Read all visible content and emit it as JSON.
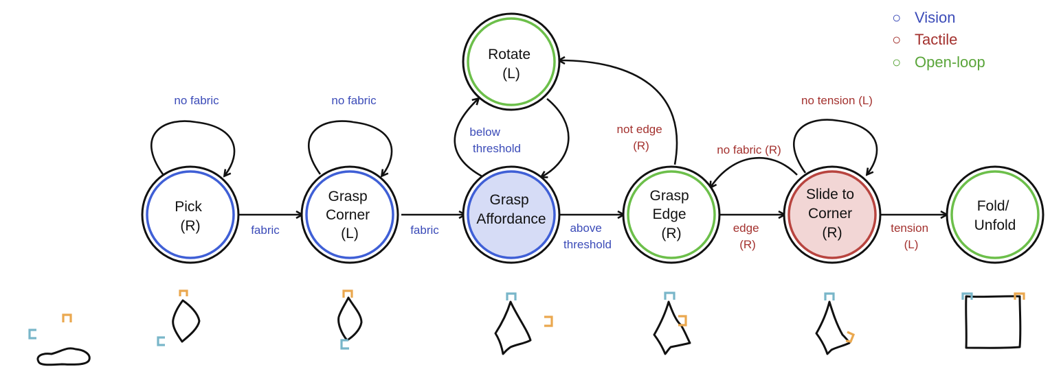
{
  "colors": {
    "vision": "#3b4bb8",
    "tactile": "#a3312e",
    "open_loop": "#5aa53a",
    "vision_ring": "#3f5fd6",
    "tactile_ring": "#b8443f",
    "open_loop_ring": "#6cbf4a",
    "affordance_fill": "#d6dcf6",
    "slide_fill": "#f2d6d5",
    "marker_blue": "#79b6c9",
    "marker_orange": "#eaa84f"
  },
  "legend": [
    {
      "label": "Vision",
      "color_key": "vision",
      "bullet": "○"
    },
    {
      "label": "Tactile",
      "color_key": "tactile",
      "bullet": "○"
    },
    {
      "label": "Open-loop",
      "color_key": "open_loop",
      "bullet": "○"
    }
  ],
  "nodes": {
    "pick": {
      "lines": [
        "Pick",
        "(R)"
      ],
      "modality": "vision"
    },
    "grasp_corner": {
      "lines": [
        "Grasp",
        "Corner",
        "(L)"
      ],
      "modality": "vision"
    },
    "grasp_affordance": {
      "lines": [
        "Grasp",
        "Affordance"
      ],
      "modality": "vision"
    },
    "rotate": {
      "lines": [
        "Rotate",
        "(L)"
      ],
      "modality": "open_loop"
    },
    "grasp_edge": {
      "lines": [
        "Grasp",
        "Edge",
        "(R)"
      ],
      "modality": "open_loop"
    },
    "slide_to_corner": {
      "lines": [
        "Slide to",
        "Corner",
        "(R)"
      ],
      "modality": "tactile"
    },
    "fold_unfold": {
      "lines": [
        "Fold/",
        "Unfold"
      ],
      "modality": "open_loop"
    }
  },
  "edges": {
    "pick_self": {
      "lines": [
        "no fabric"
      ],
      "color_key": "vision"
    },
    "pick_to_corner": {
      "lines": [
        "fabric"
      ],
      "color_key": "vision"
    },
    "corner_self": {
      "lines": [
        "no fabric"
      ],
      "color_key": "vision"
    },
    "corner_to_affordance": {
      "lines": [
        "fabric"
      ],
      "color_key": "vision"
    },
    "affordance_to_rotate": {
      "lines": [
        "below",
        "threshold"
      ],
      "color_key": "vision"
    },
    "affordance_to_edge": {
      "lines": [
        "above",
        "threshold"
      ],
      "color_key": "vision"
    },
    "edge_to_rotate": {
      "lines": [
        "not edge",
        "(R)"
      ],
      "color_key": "tactile"
    },
    "slide_to_edge": {
      "lines": [
        "no fabric (R)"
      ],
      "color_key": "tactile"
    },
    "edge_to_slide": {
      "lines": [
        "edge",
        "(R)"
      ],
      "color_key": "tactile"
    },
    "slide_self": {
      "lines": [
        "no tension (L)"
      ],
      "color_key": "tactile"
    },
    "slide_to_fold": {
      "lines": [
        "tension",
        "(L)"
      ],
      "color_key": "tactile"
    }
  }
}
